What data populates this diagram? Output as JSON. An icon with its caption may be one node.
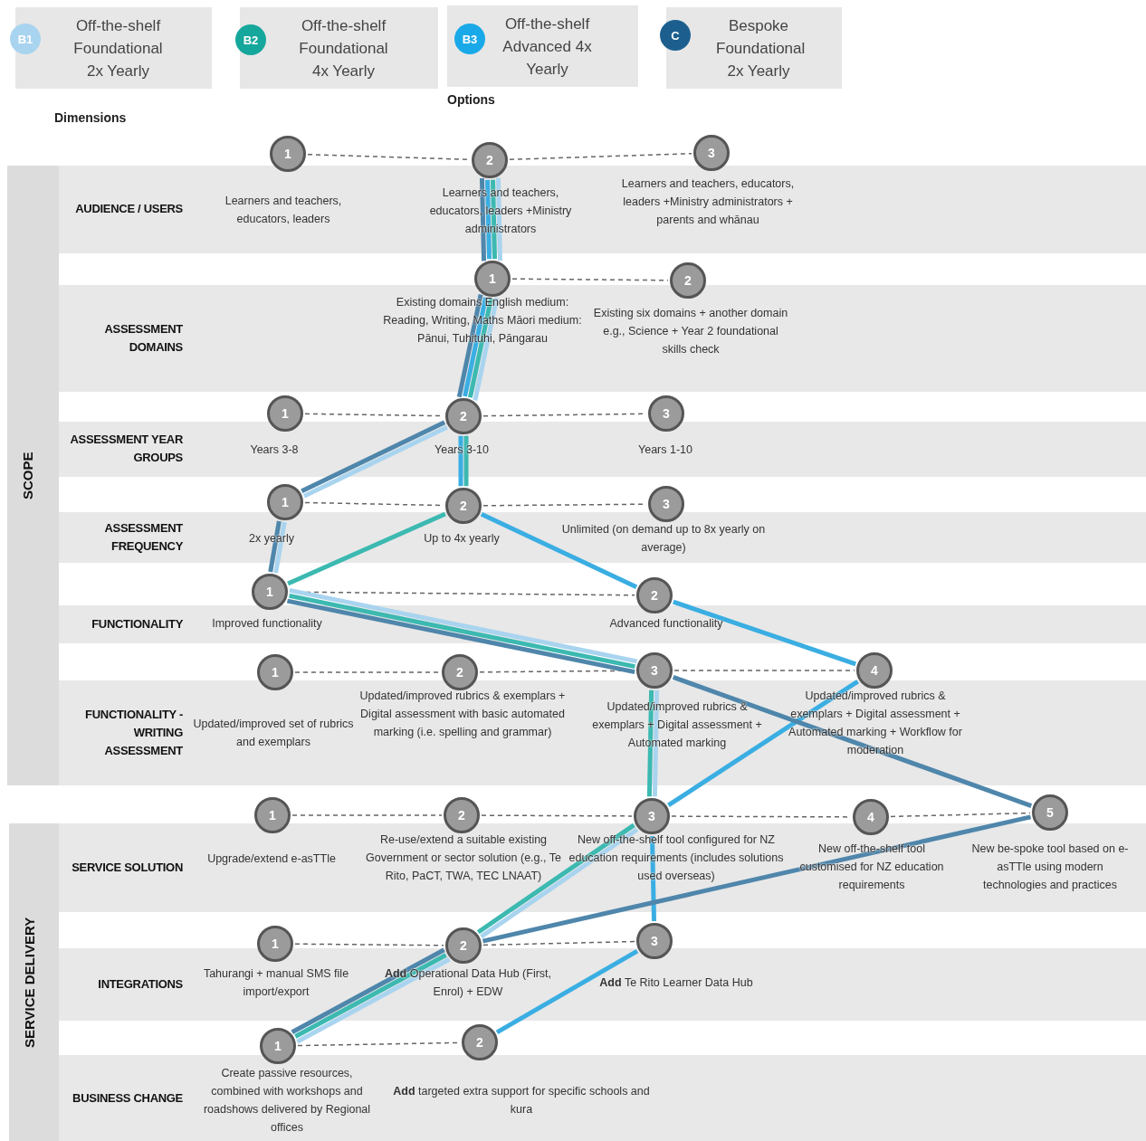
{
  "diagram": {
    "nodes": [
      {
        "text": [
          "1"
        ],
        "beside": [
          "Learners and teachers, educators, leaders"
        ]
      },
      {
        "text": [
          "2"
        ],
        "beside": [
          "Learners and teachers, educators, leaders +Ministry administrators"
        ]
      },
      {
        "text": [
          "3"
        ],
        "beside": [
          "Learners and teachers, educators, leaders +Ministry administrators + parents and whānau"
        ]
      },
      {
        "text": [
          "1"
        ],
        "beside": [
          "Existing domains English medium: Reading, Writing, Maths Māori medium: Pānui, Tuhituhi, Pāngarau"
        ]
      },
      {
        "text": [
          "2"
        ],
        "beside": [
          "Existing six domains + another domain e.g., Science + Year 2 foundational skills check"
        ]
      },
      {
        "text": [
          "1"
        ],
        "beside": [
          "Years 3-8"
        ]
      },
      {
        "text": [
          "2"
        ],
        "beside": [
          "Years 3-10"
        ]
      },
      {
        "text": [
          "3"
        ],
        "beside": [
          "Years 1-10"
        ]
      },
      {
        "text": [
          "1"
        ],
        "beside": [
          "2x yearly"
        ]
      },
      {
        "text": [
          "2"
        ],
        "beside": [
          "Up to 4x yearly"
        ]
      },
      {
        "text": [
          "3"
        ],
        "beside": [
          "Unlimited (on demand up to 8x yearly on average)"
        ]
      },
      {
        "text": [
          "1"
        ],
        "beside": [
          "Improved functionality"
        ]
      },
      {
        "text": [
          "2"
        ],
        "beside": [
          "Advanced functionality"
        ]
      },
      {
        "text": [
          "1"
        ],
        "beside": [
          "Updated/improved set of rubrics and exemplars"
        ]
      },
      {
        "text": [
          "2"
        ],
        "beside": [
          "Updated/improved rubrics & exemplars + Digital assessment with basic automated marking (i.e. spelling and grammar)"
        ]
      },
      {
        "text": [
          "3"
        ],
        "beside": [
          "Updated/improved rubrics & exemplars + Digital assessment + Automated marking"
        ]
      },
      {
        "text": [
          "4"
        ],
        "beside": [
          "Updated/improved rubrics & exemplars + Digital assessment + Automated marking + Workflow for moderation"
        ]
      },
      {
        "text": [
          "1"
        ],
        "beside": [
          "Upgrade/extend e-asTTle"
        ]
      },
      {
        "text": [
          "2"
        ],
        "beside": [
          "Re-use/extend a suitable existing Government or sector solution (e.g., Te Rito, PaCT, TWA, TEC LNAAT)"
        ]
      },
      {
        "text": [
          "3"
        ],
        "beside": [
          "New off-the-shelf tool configured for NZ education requirements (includes solutions used overseas)"
        ]
      },
      {
        "text": [
          "4"
        ],
        "beside": [
          "New off-the-shelf tool customised for NZ education requirements"
        ]
      },
      {
        "text": [
          "5"
        ],
        "beside": [
          "New be-spoke tool based on e-asTTle using modern technologies and practices"
        ]
      },
      {
        "text": [
          "1"
        ],
        "beside": [
          "Tahurangi + manual SMS file import/export"
        ]
      },
      {
        "text": [
          "2"
        ],
        "beside": [
          "**Add** Operational Data Hub (First, Enrol) + EDW"
        ]
      },
      {
        "text": [
          "3"
        ],
        "beside": [
          "**Add** Te Rito Learner Data Hub"
        ]
      },
      {
        "text": [
          "1"
        ],
        "beside": [
          "Create passive resources, combined with workshops and roadshows delivered by Regional offices"
        ]
      },
      {
        "text": [
          "2"
        ],
        "beside": [
          "**Add** targeted extra support for specific schools and kura"
        ]
      }
    ],
    "edges": [
      {
        "from": 0,
        "to": 1,
        "arrow": "none",
        "style": "dashed",
        "color": "#666666"
      },
      {
        "from": 1,
        "to": 2,
        "arrow": "none",
        "style": "dashed",
        "color": "#666666"
      },
      {
        "from": 3,
        "to": 4,
        "arrow": "none",
        "style": "dashed",
        "color": "#666666"
      },
      {
        "from": 5,
        "to": 6,
        "arrow": "none",
        "style": "dashed",
        "color": "#666666"
      },
      {
        "from": 6,
        "to": 7,
        "arrow": "none",
        "style": "dashed",
        "color": "#666666"
      },
      {
        "from": 8,
        "to": 9,
        "arrow": "none",
        "style": "dashed",
        "color": "#666666"
      },
      {
        "from": 9,
        "to": 10,
        "arrow": "none",
        "style": "dashed",
        "color": "#666666"
      },
      {
        "from": 11,
        "to": 12,
        "arrow": "none",
        "style": "dashed",
        "color": "#666666"
      },
      {
        "from": 13,
        "to": 14,
        "arrow": "none",
        "style": "dashed",
        "color": "#666666"
      },
      {
        "from": 14,
        "to": 15,
        "arrow": "none",
        "style": "dashed",
        "color": "#666666"
      },
      {
        "from": 15,
        "to": 16,
        "arrow": "none",
        "style": "dashed",
        "color": "#666666"
      },
      {
        "from": 17,
        "to": 18,
        "arrow": "none",
        "style": "dashed",
        "color": "#666666"
      },
      {
        "from": 18,
        "to": 19,
        "arrow": "none",
        "style": "dashed",
        "color": "#666666"
      },
      {
        "from": 19,
        "to": 20,
        "arrow": "none",
        "style": "dashed",
        "color": "#666666"
      },
      {
        "from": 20,
        "to": 21,
        "arrow": "none",
        "style": "dashed",
        "color": "#666666"
      },
      {
        "from": 22,
        "to": 23,
        "arrow": "none",
        "style": "dashed",
        "color": "#666666"
      },
      {
        "from": 23,
        "to": 24,
        "arrow": "none",
        "style": "dashed",
        "color": "#666666"
      },
      {
        "from": 25,
        "to": 26,
        "arrow": "none",
        "style": "dashed",
        "color": "#666666"
      },
      {
        "from": 1,
        "to": 3,
        "arrow": "none",
        "color": "#a9d4ef"
      },
      {
        "from": 3,
        "to": 6,
        "arrow": "none",
        "color": "#a9d4ef"
      },
      {
        "from": 6,
        "to": 8,
        "arrow": "none",
        "color": "#a9d4ef"
      },
      {
        "from": 8,
        "to": 11,
        "arrow": "none",
        "color": "#a9d4ef"
      },
      {
        "from": 11,
        "to": 15,
        "arrow": "none",
        "color": "#a9d4ef"
      },
      {
        "from": 15,
        "to": 19,
        "arrow": "none",
        "color": "#a9d4ef"
      },
      {
        "from": 19,
        "to": 23,
        "arrow": "none",
        "color": "#a9d4ef"
      },
      {
        "from": 23,
        "to": 25,
        "arrow": "none",
        "color": "#a9d4ef"
      },
      {
        "from": 1,
        "to": 3,
        "arrow": "none",
        "color": "#3cb9b1"
      },
      {
        "from": 3,
        "to": 6,
        "arrow": "none",
        "color": "#3cb9b1"
      },
      {
        "from": 6,
        "to": 9,
        "arrow": "none",
        "color": "#3cb9b1"
      },
      {
        "from": 9,
        "to": 11,
        "arrow": "none",
        "color": "#3cb9b1"
      },
      {
        "from": 11,
        "to": 15,
        "arrow": "none",
        "color": "#3cb9b1"
      },
      {
        "from": 15,
        "to": 19,
        "arrow": "none",
        "color": "#3cb9b1"
      },
      {
        "from": 19,
        "to": 23,
        "arrow": "none",
        "color": "#3cb9b1"
      },
      {
        "from": 23,
        "to": 25,
        "arrow": "none",
        "color": "#3cb9b1"
      },
      {
        "from": 1,
        "to": 3,
        "arrow": "none",
        "color": "#3aaee2"
      },
      {
        "from": 3,
        "to": 6,
        "arrow": "none",
        "color": "#3aaee2"
      },
      {
        "from": 6,
        "to": 9,
        "arrow": "none",
        "color": "#3aaee2"
      },
      {
        "from": 9,
        "to": 12,
        "arrow": "none",
        "color": "#3aaee2"
      },
      {
        "from": 12,
        "to": 16,
        "arrow": "none",
        "color": "#3aaee2"
      },
      {
        "from": 16,
        "to": 19,
        "arrow": "none",
        "color": "#3aaee2"
      },
      {
        "from": 19,
        "to": 24,
        "arrow": "none",
        "color": "#3aaee2"
      },
      {
        "from": 24,
        "to": 26,
        "arrow": "none",
        "color": "#3aaee2"
      },
      {
        "from": 1,
        "to": 3,
        "arrow": "none",
        "color": "#4f86ab"
      },
      {
        "from": 3,
        "to": 6,
        "arrow": "none",
        "color": "#4f86ab"
      },
      {
        "from": 6,
        "to": 8,
        "arrow": "none",
        "color": "#4f86ab"
      },
      {
        "from": 8,
        "to": 11,
        "arrow": "none",
        "color": "#4f86ab"
      },
      {
        "from": 11,
        "to": 15,
        "arrow": "none",
        "color": "#4f86ab"
      },
      {
        "from": 15,
        "to": 21,
        "arrow": "none",
        "color": "#4f86ab"
      },
      {
        "from": 21,
        "to": 23,
        "arrow": "none",
        "color": "#4f86ab"
      },
      {
        "from": 23,
        "to": 25,
        "arrow": "none",
        "color": "#4f86ab"
      }
    ],
    "labels": [
      "B1",
      "B2",
      "B3",
      "C",
      "Options",
      "Dimensions",
      "SCOPE",
      "AUDIENCE / USERS",
      "ASSESSMENT DOMAINS",
      "ASSESSMENT YEAR GROUPS",
      "ASSESSMENT FREQUENCY",
      "FUNCTIONALITY",
      "FUNCTIONALITY - WRITING ASSESSMENT",
      "SERVICE DELIVERY",
      "SERVICE SOLUTION",
      "INTEGRATIONS",
      "BUSINESS CHANGE"
    ],
    "legend": [
      {
        "text": "Off-the-shelf Foundational 2x Yearly",
        "color": "#a9d4ef"
      },
      {
        "text": "Off-the-shelf Foundational 4x Yearly",
        "color": "#16a79c"
      },
      {
        "text": "Off-the-shelf Advanced 4x Yearly",
        "color": "#1aa9e8"
      },
      {
        "text": "Bespoke Foundational 2x Yearly",
        "color": "#1c5f8f"
      }
    ]
  }
}
